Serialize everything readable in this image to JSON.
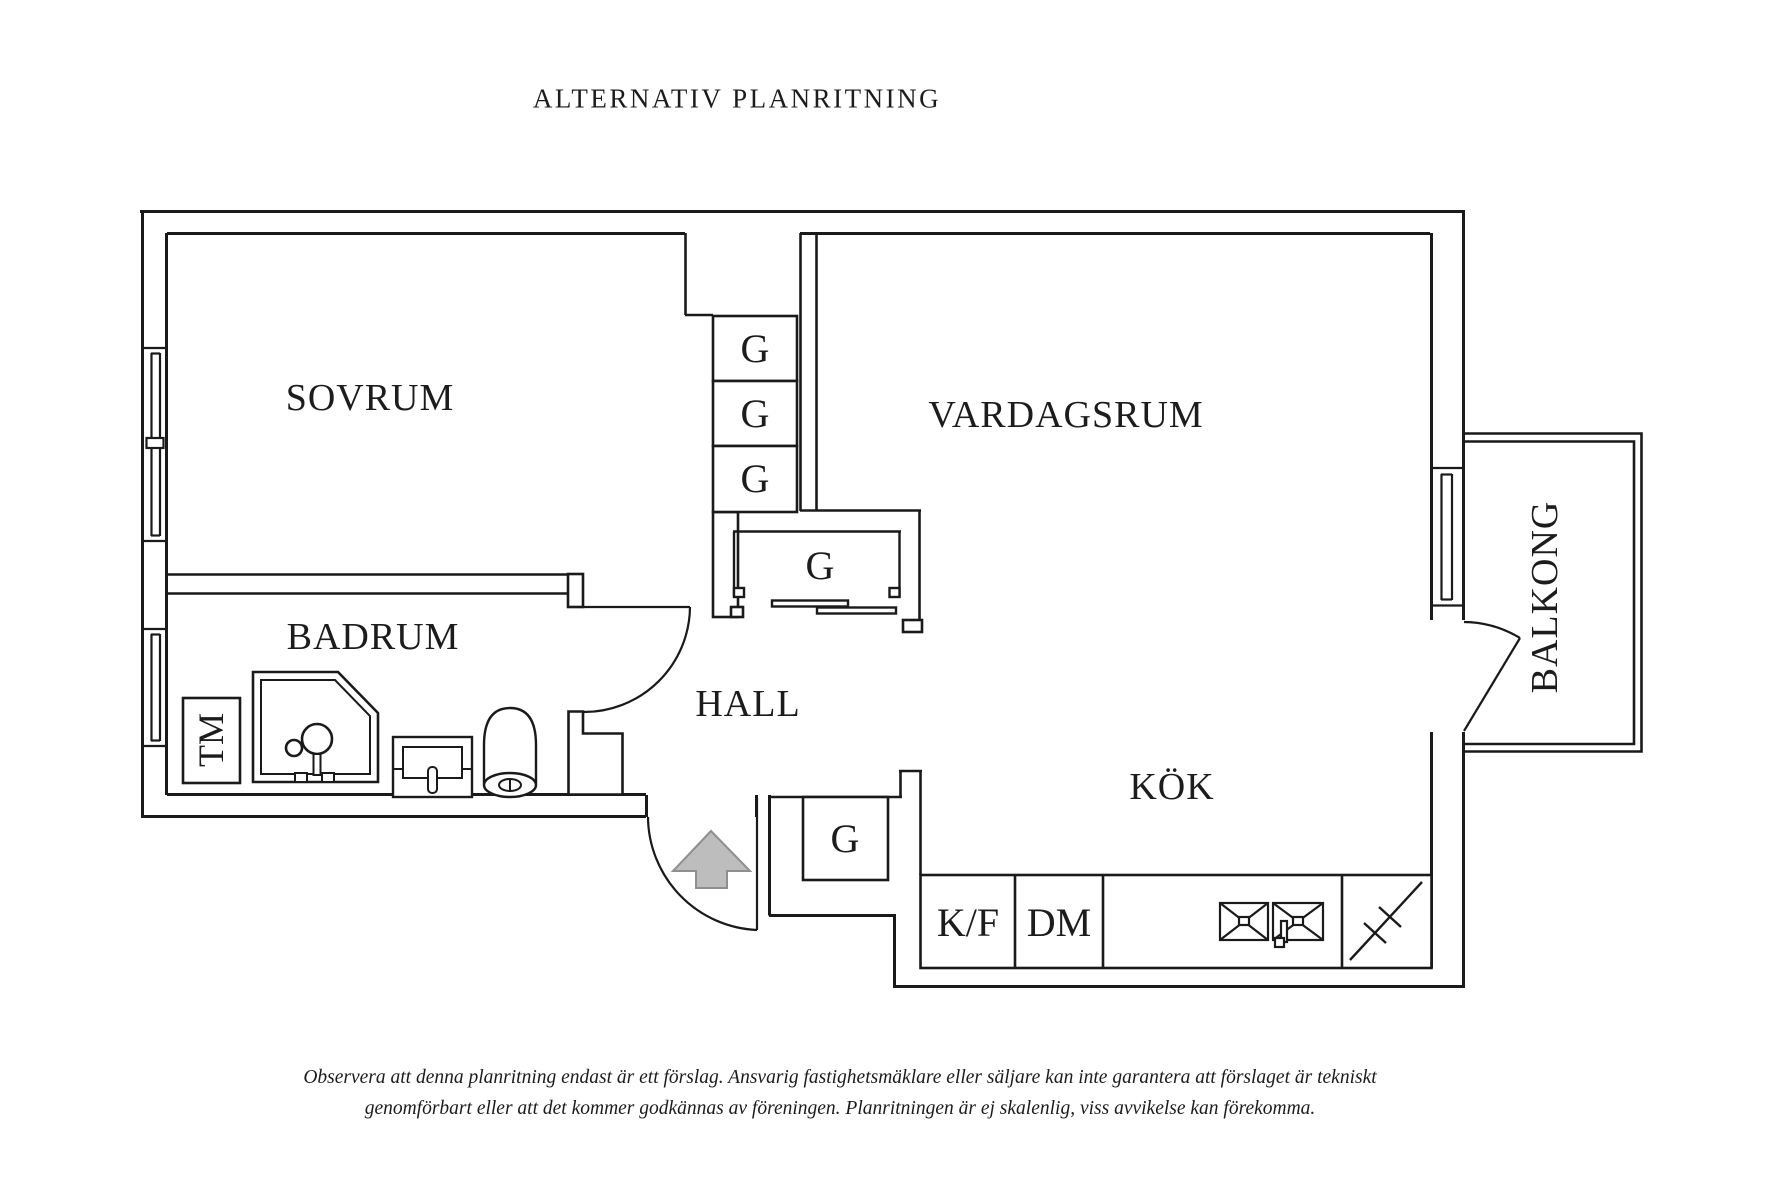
{
  "title": "ALTERNATIV PLANRITNING",
  "rooms": {
    "sovrum": "SOVRUM",
    "vardagsrum": "VARDAGSRUM",
    "badrum": "BADRUM",
    "hall": "HALL",
    "kok": "KÖK",
    "balkong": "BALKONG"
  },
  "labels": {
    "closet": "G",
    "washing_machine": "TM",
    "fridge_freezer": "K/F",
    "dishwasher": "DM"
  },
  "disclaimer": {
    "line1": "Observera att denna planritning endast är ett förslag. Ansvarig fastighetsmäklare eller säljare kan inte garantera att förslaget är tekniskt",
    "line2": "genomförbart eller att det kommer godkännas av föreningen. Planritningen är ej skalenlig, viss avvikelse kan förekomma."
  },
  "colors": {
    "line": "#1a1a1a",
    "text": "#1c1c1c",
    "arrow_fill": "#bdbdbd",
    "arrow_stroke": "#8f8f8f",
    "background": "#ffffff"
  }
}
